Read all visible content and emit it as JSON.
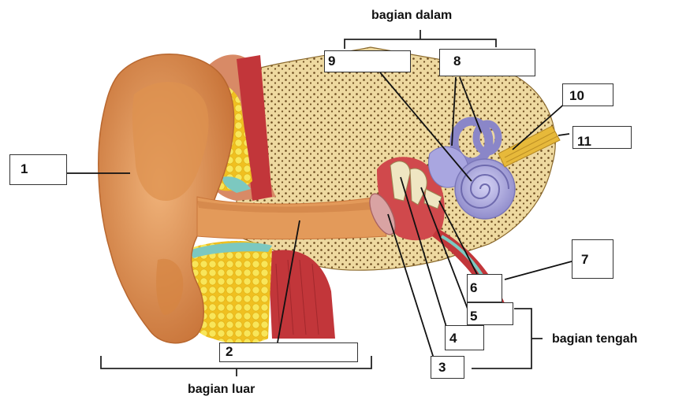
{
  "groups": {
    "inner": "bagian dalam",
    "middle": "bagian tengah",
    "outer": "bagian luar"
  },
  "labels": [
    "1",
    "2",
    "3",
    "4",
    "5",
    "6",
    "7",
    "8",
    "9",
    "10",
    "11"
  ],
  "colors": {
    "skin": "#e39a5a",
    "skin_dark": "#c9753a",
    "bone": "#eed9a0",
    "bone_pore": "#6b4a1e",
    "fat": "#f5e04a",
    "cartilage": "#7cc8c0",
    "muscle": "#c2363a",
    "cochlea": "#a9a6e0",
    "nerve": "#e7b93a"
  }
}
